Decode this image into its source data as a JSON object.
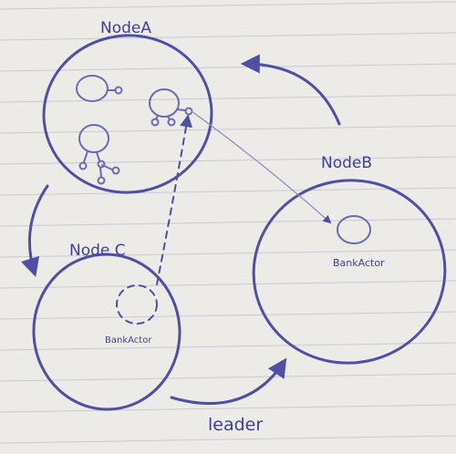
{
  "diagram": {
    "node_a": {
      "label": "NodeA"
    },
    "node_b": {
      "label": "NodeB",
      "actor_label": "BankActor"
    },
    "node_c": {
      "label": "Node C",
      "actor_label": "BankActor"
    },
    "leader_label": "leader"
  },
  "colors": {
    "paper": "#ecebe8",
    "ink": "#4f4fa6",
    "rule_lines": "#c9c9d4"
  }
}
